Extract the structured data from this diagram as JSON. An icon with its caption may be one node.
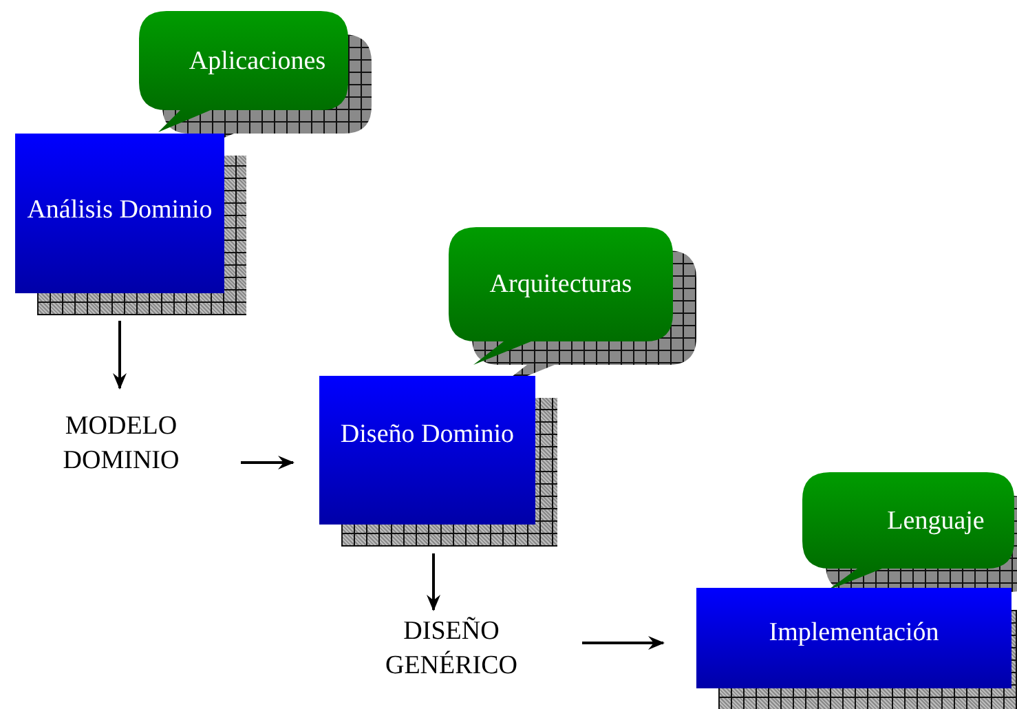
{
  "diagram": {
    "nodes": [
      {
        "text": [
          "Aplicaciones"
        ]
      },
      {
        "text": [
          "Análisis Dominio"
        ]
      },
      {
        "text": [
          "MODELO DOMINIO"
        ]
      },
      {
        "text": [
          "Arquitecturas"
        ]
      },
      {
        "text": [
          "Diseño Dominio"
        ]
      },
      {
        "text": [
          "DISEÑO GENÉRICO"
        ]
      },
      {
        "text": [
          "Lenguaje"
        ]
      },
      {
        "text": [
          "Implementación"
        ]
      }
    ],
    "edges": [
      {
        "from": 1,
        "to": 2,
        "arrow": "to"
      },
      {
        "from": 2,
        "to": 4,
        "arrow": "to"
      },
      {
        "from": 4,
        "to": 5,
        "arrow": "to"
      },
      {
        "from": 5,
        "to": 7,
        "arrow": "to"
      }
    ]
  }
}
